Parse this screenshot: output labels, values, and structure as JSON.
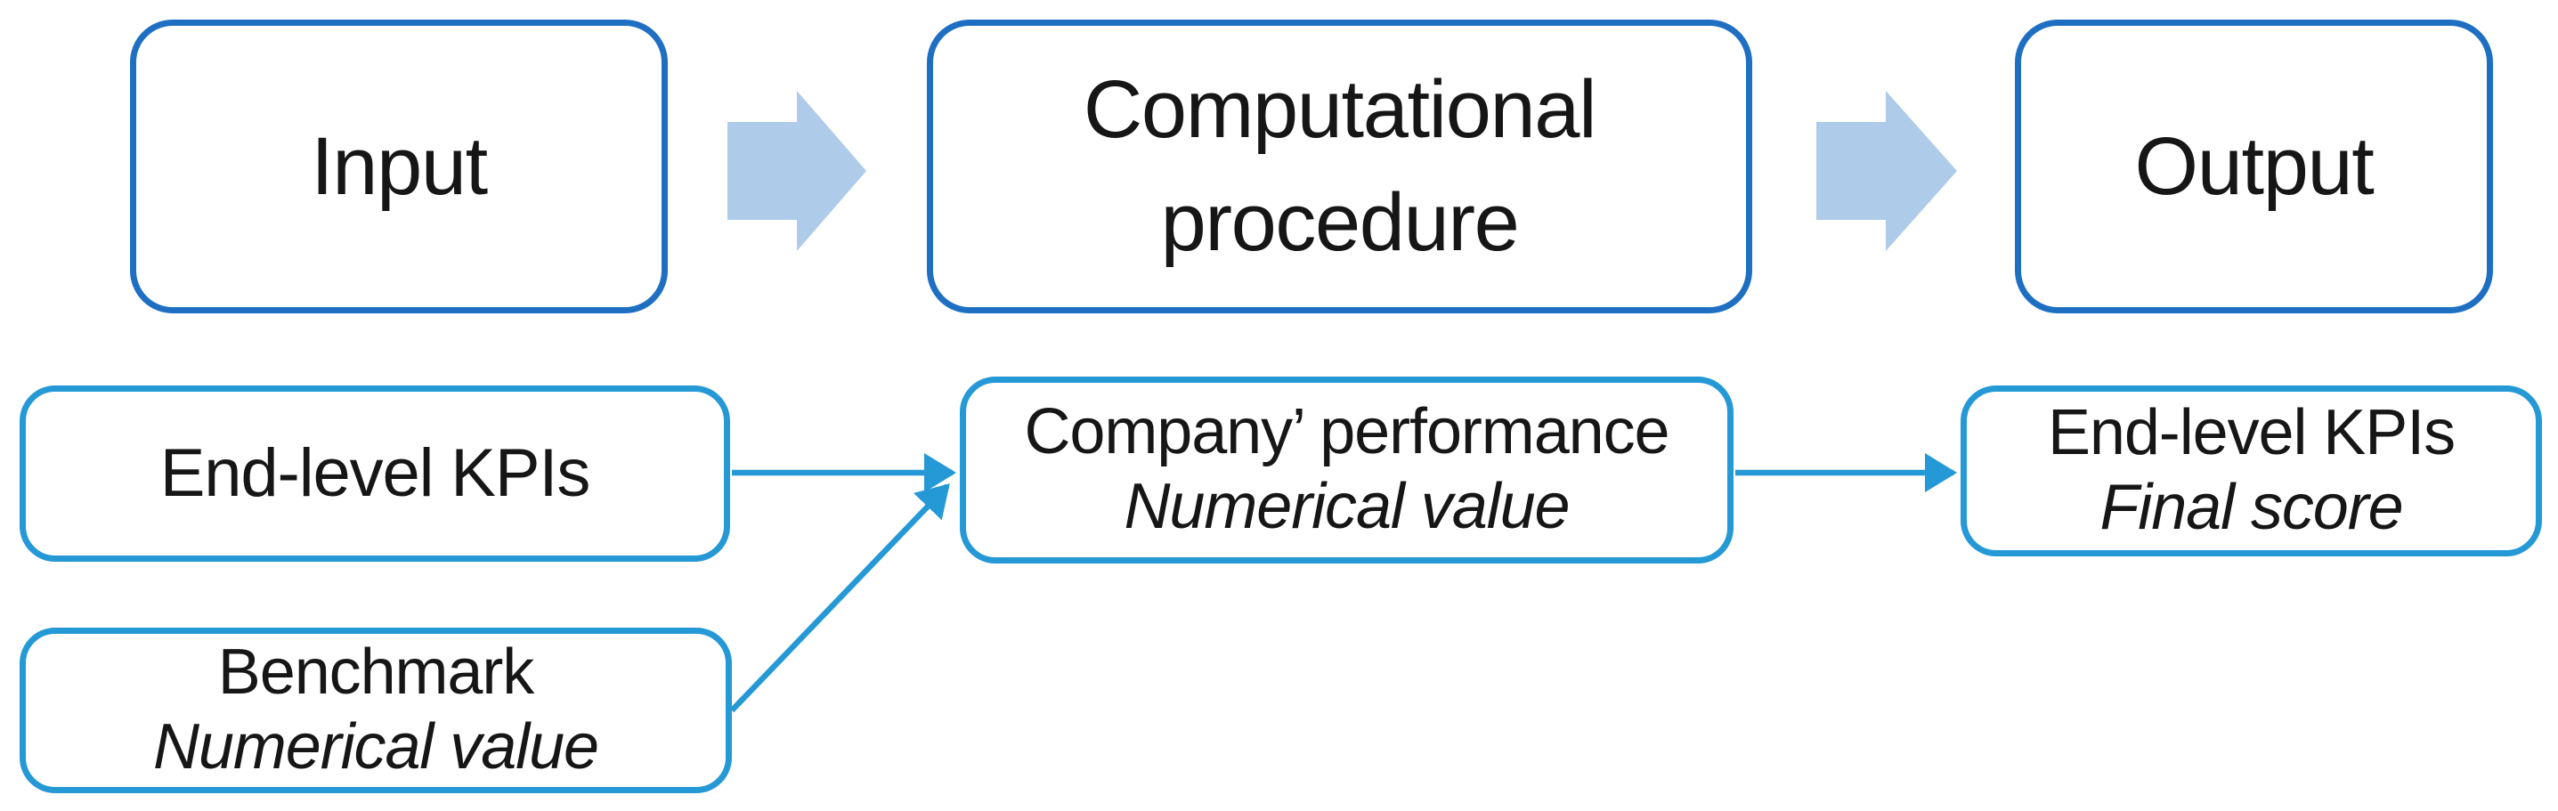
{
  "colors": {
    "flow-border": "#1e6fc2",
    "detail-border": "#2598d6",
    "block-arrow-fill": "#aecbe9",
    "connector": "#2598d6",
    "text": "#161616",
    "background": "#ffffff"
  },
  "flow": {
    "input": {
      "label": "Input"
    },
    "process": {
      "label": "Computational procedure"
    },
    "output": {
      "label": "Output"
    }
  },
  "detail": {
    "kpi_input": {
      "label": "End-level KPIs"
    },
    "benchmark": {
      "label": "Benchmark",
      "sublabel": "Numerical value"
    },
    "company_performance": {
      "label": "Company’ performance",
      "sublabel": "Numerical value"
    },
    "kpi_output": {
      "label": "End-level KPIs",
      "sublabel": "Final score"
    }
  },
  "arrows": {
    "block_arrows": [
      "right-block-arrow-input-to-process",
      "right-block-arrow-process-to-output"
    ],
    "thin_arrows": [
      "kpis-to-performance",
      "benchmark-to-performance",
      "performance-to-final-score"
    ]
  }
}
